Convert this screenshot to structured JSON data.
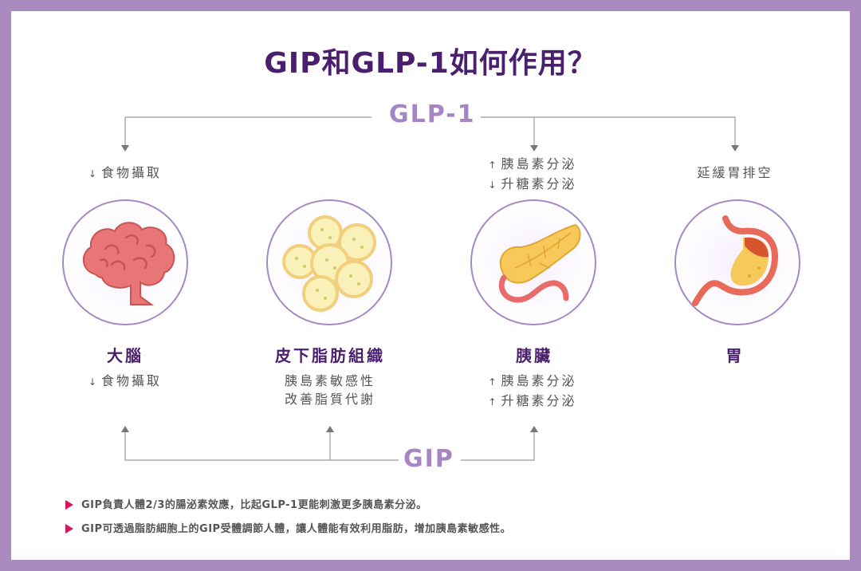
{
  "title": "GIP和GLP-1如何作用？",
  "glp1_label": "GLP-1",
  "gip_label": "GIP",
  "glp1_effects": {
    "brain": [
      {
        "arrow": "↓",
        "text": "食物攝取"
      }
    ],
    "pancreas": [
      {
        "arrow": "↑",
        "text": "胰島素分泌"
      },
      {
        "arrow": "↓",
        "text": "升糖素分泌"
      }
    ],
    "stomach": [
      {
        "arrow": "",
        "text": "延緩胃排空"
      }
    ]
  },
  "organs": [
    {
      "name": "大腦",
      "icon": "brain-icon"
    },
    {
      "name": "皮下脂肪組織",
      "icon": "fat-cells-icon"
    },
    {
      "name": "胰臟",
      "icon": "pancreas-icon"
    },
    {
      "name": "胃",
      "icon": "stomach-icon"
    }
  ],
  "gip_effects": {
    "brain": [
      {
        "arrow": "↓",
        "text": "食物攝取"
      }
    ],
    "fat": [
      {
        "arrow": "",
        "text": "胰島素敏感性"
      },
      {
        "arrow": "",
        "text": "改善脂質代謝"
      }
    ],
    "pancreas": [
      {
        "arrow": "↑",
        "text": "胰島素分泌"
      },
      {
        "arrow": "↑",
        "text": "升糖素分泌"
      }
    ]
  },
  "notes": [
    "GIP負責人體2/3的腸泌素效應，比起GLP-1更能刺激更多胰島素分泌。",
    "GIP可透過脂肪細胞上的GIP受體調節人體，讓人體能有效利用脂肪，增加胰島素敏感性。"
  ],
  "colors": {
    "frame": "#a98bc0",
    "title": "#4a1f6e",
    "label": "#a585c4",
    "bullet": "#d4155d"
  }
}
